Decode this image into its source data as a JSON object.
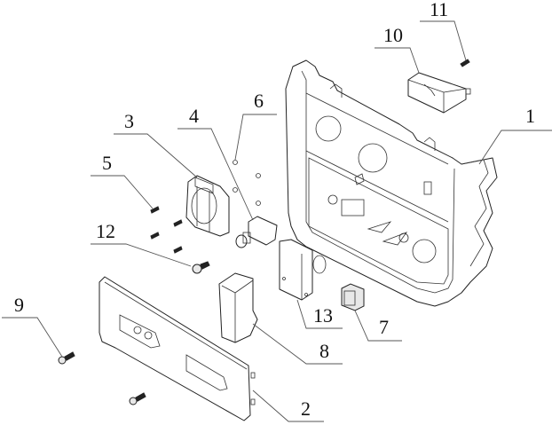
{
  "diagram": {
    "type": "exploded-parts-view",
    "subject": "control panel assembly",
    "labels": [
      {
        "id": "1",
        "text": "1",
        "part": "panel-housing"
      },
      {
        "id": "2",
        "text": "2",
        "part": "front-cover-plate"
      },
      {
        "id": "3",
        "text": "3",
        "part": "socket-outlet"
      },
      {
        "id": "4",
        "text": "4",
        "part": "circuit-breaker"
      },
      {
        "id": "5",
        "text": "5",
        "part": "socket-screws"
      },
      {
        "id": "6",
        "text": "6",
        "part": "nuts"
      },
      {
        "id": "7",
        "text": "7",
        "part": "rocker-switch"
      },
      {
        "id": "8",
        "text": "8",
        "part": "cover-block"
      },
      {
        "id": "9",
        "text": "9",
        "part": "cover-screws"
      },
      {
        "id": "10",
        "text": "10",
        "part": "module-box"
      },
      {
        "id": "11",
        "text": "11",
        "part": "module-screw"
      },
      {
        "id": "12",
        "text": "12",
        "part": "flange-bolt"
      },
      {
        "id": "13",
        "text": "13",
        "part": "control-module"
      }
    ]
  }
}
